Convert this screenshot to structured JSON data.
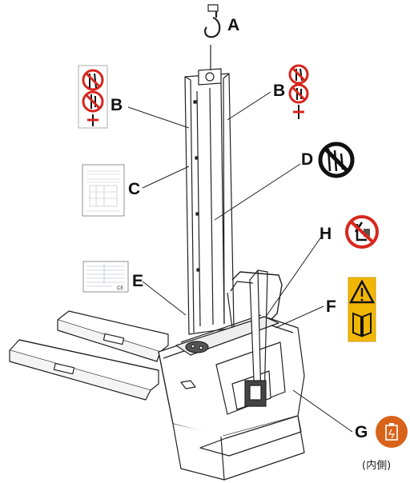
{
  "labels": {
    "A": "A",
    "B1": "B",
    "B2": "B",
    "C": "C",
    "D": "D",
    "E": "E",
    "F": "F",
    "G": "G",
    "H": "H"
  },
  "notes": {
    "g_inside": "(内側)"
  },
  "icons": {
    "hook": "lifting-hook-icon",
    "no_riding": "no-riding-on-forks-icon",
    "no_standing_under": "no-standing-under-load-icon",
    "no_passenger": "no-passenger-icon",
    "warning": "warning-triangle-icon",
    "read_manual": "read-manual-icon",
    "battery": "battery-icon"
  },
  "colors": {
    "prohibition_red": "#d7261e",
    "warning_yellow": "#f2b705",
    "battery_orange": "#d9631a"
  }
}
